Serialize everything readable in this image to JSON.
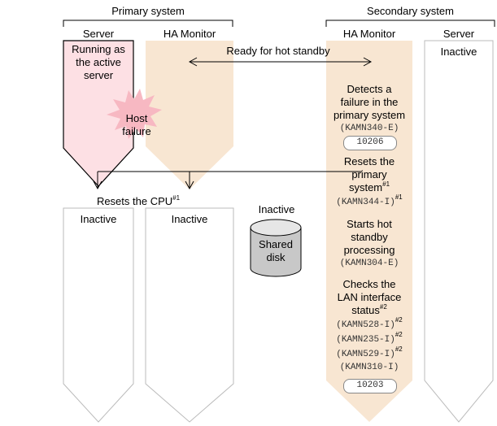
{
  "headers": {
    "primary": "Primary system",
    "secondary": "Secondary system"
  },
  "columns": {
    "server": "Server",
    "ha_monitor": "HA Monitor"
  },
  "primary_server": {
    "running_line1": "Running as",
    "running_line2": "the active",
    "running_line3": "server",
    "host_failure_line1": "Host",
    "host_failure_line2": "failure"
  },
  "ready_hot_standby": "Ready for hot standby",
  "resets_cpu": "Resets the CPU",
  "note1": "#1",
  "note2": "#2",
  "inactive": "Inactive",
  "shared_disk": {
    "line1": "Shared",
    "line2": "disk"
  },
  "secondary_ha": {
    "detects_line1": "Detects a",
    "detects_line2": "failure in the",
    "detects_line3": "primary system",
    "detects_msg": "(KAMN340-E)",
    "detects_code": "10206",
    "resets_line1": "Resets the",
    "resets_line2": "primary",
    "resets_line3": "system",
    "resets_msg": "(KAMN344-I)",
    "starts_line1": "Starts hot",
    "starts_line2": "standby",
    "starts_line3": "processing",
    "starts_msg": "(KAMN304-E)",
    "checks_line1": "Checks the",
    "checks_line2": "LAN interface",
    "checks_line3": "status",
    "msg_528": "(KAMN528-I)",
    "msg_235": "(KAMN235-I)",
    "msg_529": "(KAMN529-I)",
    "msg_310": "(KAMN310-I)",
    "final_code": "10203"
  },
  "colors": {
    "pink": "#fde0e4",
    "tan": "#f8e6d2",
    "burst": "#f7b8c2"
  }
}
